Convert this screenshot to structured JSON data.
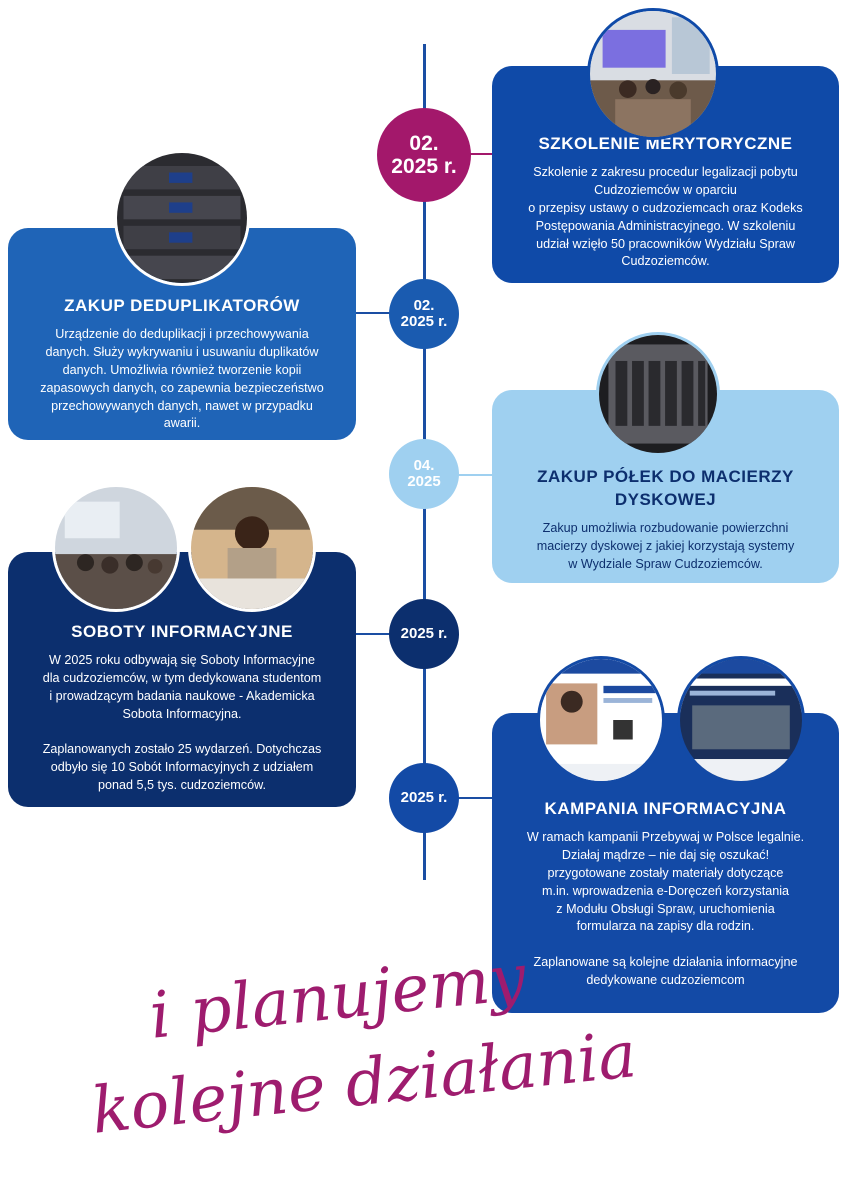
{
  "timeline": [
    {
      "date_line1": "02.",
      "date_line2": "2025 r.",
      "title": "SZKOLENIE MERYTORYCZNE",
      "description": "Szkolenie z zakresu procedur legalizacji pobytu\nCudzoziemców w oparciu\no przepisy ustawy o cudzoziemcach oraz Kodeks\nPostępowania Administracyjnego. W szkoleniu\nudział wzięło 50 pracowników Wydziału Spraw\nCudzoziemców.",
      "node_color": "#a3186b",
      "card_color": "#0f4aa8"
    },
    {
      "date_line1": "02.",
      "date_line2": "2025 r.",
      "title": "ZAKUP DEDUPLIKATORÓW",
      "description": "Urządzenie do deduplikacji i przechowywania\ndanych. Służy wykrywaniu i usuwaniu duplikatów\ndanych. Umożliwia również tworzenie kopii\nzapasowych danych, co zapewnia bezpieczeństwo\nprzechowywanych danych, nawet w przypadku\nawarii.",
      "node_color": "#1a5bb0",
      "card_color": "#1f64b7"
    },
    {
      "date_line1": "04.",
      "date_line2": "2025",
      "title": "ZAKUP PÓŁEK DO MACIERZY\nDYSKOWEJ",
      "description": "Zakup umożliwia rozbudowanie powierzchni\nmacierzy dyskowej z jakiej korzystają systemy\nw Wydziale Spraw Cudzoziemców.",
      "node_color": "#9fd0f0",
      "card_color": "#9fd0f0",
      "title_color": "#0d2f6e",
      "text_color": "#0d2f6e"
    },
    {
      "date_line1": "",
      "date_line2": "2025 r.",
      "title": "SOBOTY INFORMACYJNE",
      "description": "W 2025 roku odbywają się Soboty Informacyjne\ndla cudzoziemców, w tym dedykowana studentom\ni prowadzącym badania naukowe - Akademicka\nSobota Informacyjna.\n\nZaplanowanych zostało 25 wydarzeń. Dotychczas\nodbyło się 10 Sobót Informacyjnych z udziałem\nponad 5,5 tys. cudzoziemców.",
      "node_color": "#0c2f6e",
      "card_color": "#0c2f6e"
    },
    {
      "date_line1": "",
      "date_line2": "2025 r.",
      "title": "KAMPANIA INFORMACYJNA",
      "description": "W ramach kampanii Przebywaj w Polsce legalnie.\nDziałaj mądrze – nie daj się oszukać!\nprzygotowane zostały materiały dotyczące\nm.in. wprowadzenia e-Doręczeń korzystania\nz Modułu Obsługi Spraw, uruchomienia\nformularza na zapisy dla rodzin.\n\nZaplanowane są kolejne działania informacyjne\ndedykowane cudzoziemcom",
      "node_color": "#134aa6",
      "card_color": "#134aa6"
    }
  ],
  "closing": {
    "line1": "i planujemy",
    "line2": "kolejne działania",
    "color": "#9e1c6e"
  }
}
